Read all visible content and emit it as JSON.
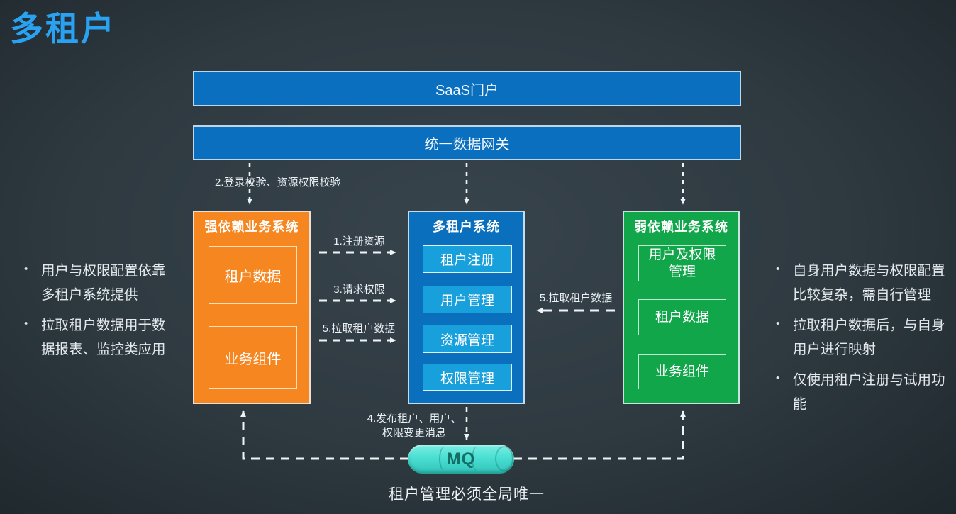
{
  "page": {
    "title": "多租户"
  },
  "colors": {
    "title_accent": "#2aa2f2",
    "bar_blue": "#0b6fc0",
    "strong_orange": "#f6861f",
    "multi_tenant_blue": "#0a6fbd",
    "component_blue": "#17a0dc",
    "weak_green": "#12a64b",
    "mq_teal": "#49ddd2",
    "background": "#2e3940"
  },
  "top_bars": {
    "saas_portal": "SaaS门户",
    "gateway": "统一数据网关"
  },
  "systems": {
    "strong": {
      "title": "强依赖业务系统",
      "components": [
        "租户数据",
        "业务组件"
      ]
    },
    "multi_tenant": {
      "title": "多租户系统",
      "components": [
        "租户注册",
        "用户管理",
        "资源管理",
        "权限管理"
      ]
    },
    "weak": {
      "title": "弱依赖业务系统",
      "components": [
        "用户及权限管理",
        "租户数据",
        "业务组件"
      ]
    }
  },
  "arrow_labels": {
    "login_check": "2.登录校验、资源权限校验",
    "register_resource": "1.注册资源",
    "request_permission": "3.请求权限",
    "pull_tenant_left": "5.拉取租户数据",
    "pull_tenant_right": "5.拉取租户数据",
    "publish_changes": "4.发布租户、用户、权限变更消息"
  },
  "mq": {
    "label": "MQ"
  },
  "footer": {
    "note": "租户管理必须全局唯一"
  },
  "left_notes": {
    "items": [
      "用户与权限配置依靠多租户系统提供",
      "拉取租户数据用于数据报表、监控类应用"
    ]
  },
  "right_notes": {
    "items": [
      "自身用户数据与权限配置比较复杂，需自行管理",
      "拉取租户数据后，与自身用户进行映射",
      "仅使用租户注册与试用功能"
    ]
  }
}
